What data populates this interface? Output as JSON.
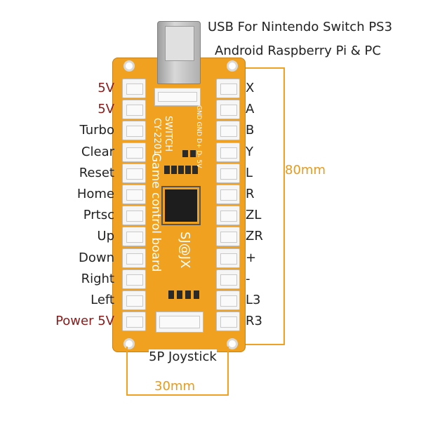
{
  "header": {
    "line1": "USB For Nintendo Switch PS3",
    "line2": "Android Raspberry Pi & PC"
  },
  "left_labels": [
    "5V",
    "5V",
    "Turbo",
    "Clear",
    "Reset",
    "Home",
    "Prtsc",
    "Up",
    "Down",
    "Right",
    "Left",
    "Power 5V"
  ],
  "right_labels": [
    "X",
    "A",
    "B",
    "Y",
    "L",
    "R",
    "ZL",
    "ZR",
    "+",
    "-",
    "L3",
    "R3"
  ],
  "dimensions": {
    "height": "80mm",
    "width": "30mm"
  },
  "bottom_connector": "5P Joystick",
  "board": {
    "model": "CY-2201",
    "mode": "SWITCH",
    "brand": "SJ@JX",
    "title": "Game control board",
    "pins": [
      "GND",
      "GND",
      "D+",
      "D-",
      "5V"
    ]
  },
  "colors": {
    "pcb": "#f0a11f",
    "dimension_line": "#f0a11f",
    "red_label": "#8b1a1a"
  }
}
